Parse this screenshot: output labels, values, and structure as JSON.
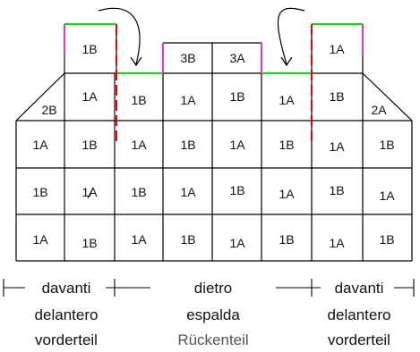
{
  "colors": {
    "grid": "#000000",
    "cut_line": "#e60000",
    "top_edge": "#22cc22",
    "side_edge": "#cc44cc",
    "arrow": "#000000"
  },
  "raised_cells": [
    {
      "id": "left-top",
      "label": "1B"
    },
    {
      "id": "center-left-top",
      "label": "3B"
    },
    {
      "id": "center-right-top",
      "label": "3A"
    },
    {
      "id": "right-top",
      "label": "1A"
    }
  ],
  "corner_cells": {
    "left": "2B",
    "right": "2A"
  },
  "rows": [
    [
      "",
      "1A",
      "1B",
      "1A",
      "1B",
      "1A",
      "1B",
      ""
    ],
    [
      "1A",
      "1B",
      "1A",
      "1B",
      "1A",
      "1B",
      "1A",
      "1B"
    ],
    [
      "1B",
      "1A",
      "1B",
      "1A",
      "1B",
      "1A",
      "1B",
      "1A"
    ],
    [
      "1A",
      "1B",
      "1A",
      "1B",
      "1A",
      "1B",
      "1A",
      "1B"
    ]
  ],
  "sections": {
    "left": {
      "it": "davanti",
      "es": "delantero",
      "de": "vorderteil"
    },
    "center": {
      "it": "dietro",
      "es": "espalda",
      "de": "Rückenteil"
    },
    "right": {
      "it": "davanti",
      "es": "delantero",
      "de": "vorderteil"
    }
  }
}
